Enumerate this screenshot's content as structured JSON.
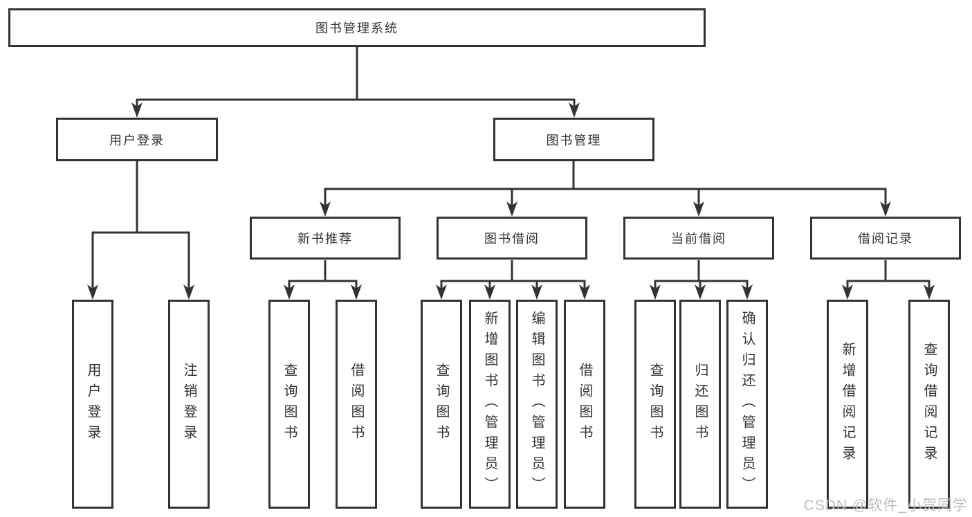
{
  "diagram": {
    "title": "图书管理系统",
    "tree": {
      "root": {
        "label": "图书管理系统",
        "children": [
          {
            "label": "用户登录",
            "children": [
              {
                "label": "用户登录"
              },
              {
                "label": "注销登录"
              }
            ]
          },
          {
            "label": "图书管理",
            "children": [
              {
                "label": "新书推荐",
                "children": [
                  {
                    "label": "查询图书"
                  },
                  {
                    "label": "借阅图书"
                  }
                ]
              },
              {
                "label": "图书借阅",
                "children": [
                  {
                    "label": "查询图书"
                  },
                  {
                    "label": "新增图书（管理员）"
                  },
                  {
                    "label": "编辑图书（管理员）"
                  },
                  {
                    "label": "借阅图书"
                  }
                ]
              },
              {
                "label": "当前借阅",
                "children": [
                  {
                    "label": "查询图书"
                  },
                  {
                    "label": "归还图书"
                  },
                  {
                    "label": "确认归还（管理员）"
                  }
                ]
              },
              {
                "label": "借阅记录",
                "children": [
                  {
                    "label": "新增借阅记录"
                  },
                  {
                    "label": "查询借阅记录"
                  }
                ]
              }
            ]
          }
        ]
      }
    },
    "colors": {
      "line": "#333333",
      "box_border": "#333333",
      "box_fill": "#ffffff",
      "text": "#333333",
      "watermark": "#bdbdbd",
      "background": "#ffffff"
    }
  },
  "watermark": {
    "text": "CSDN @软件_小贺同学"
  }
}
